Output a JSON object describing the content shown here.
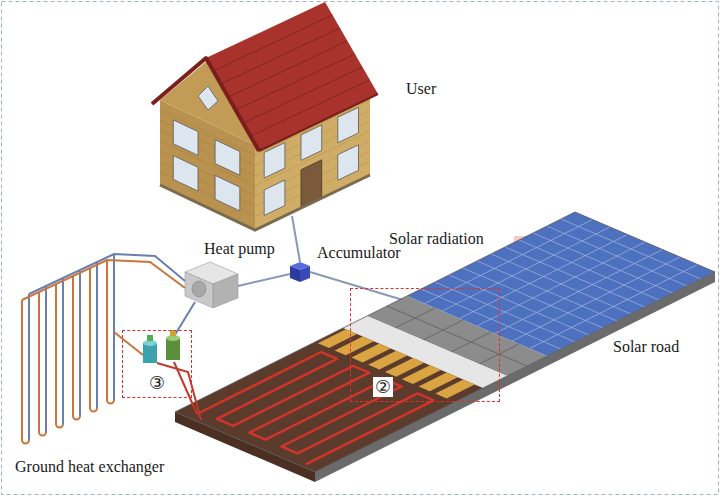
{
  "diagram": {
    "nodes": [
      {
        "text": [
          "②"
        ]
      },
      {
        "text": [
          "③"
        ]
      }
    ],
    "labels": [
      "User",
      "Heat pump",
      "Accumulator",
      "Solar radiation",
      "Solar road",
      "Ground heat exchanger"
    ]
  }
}
